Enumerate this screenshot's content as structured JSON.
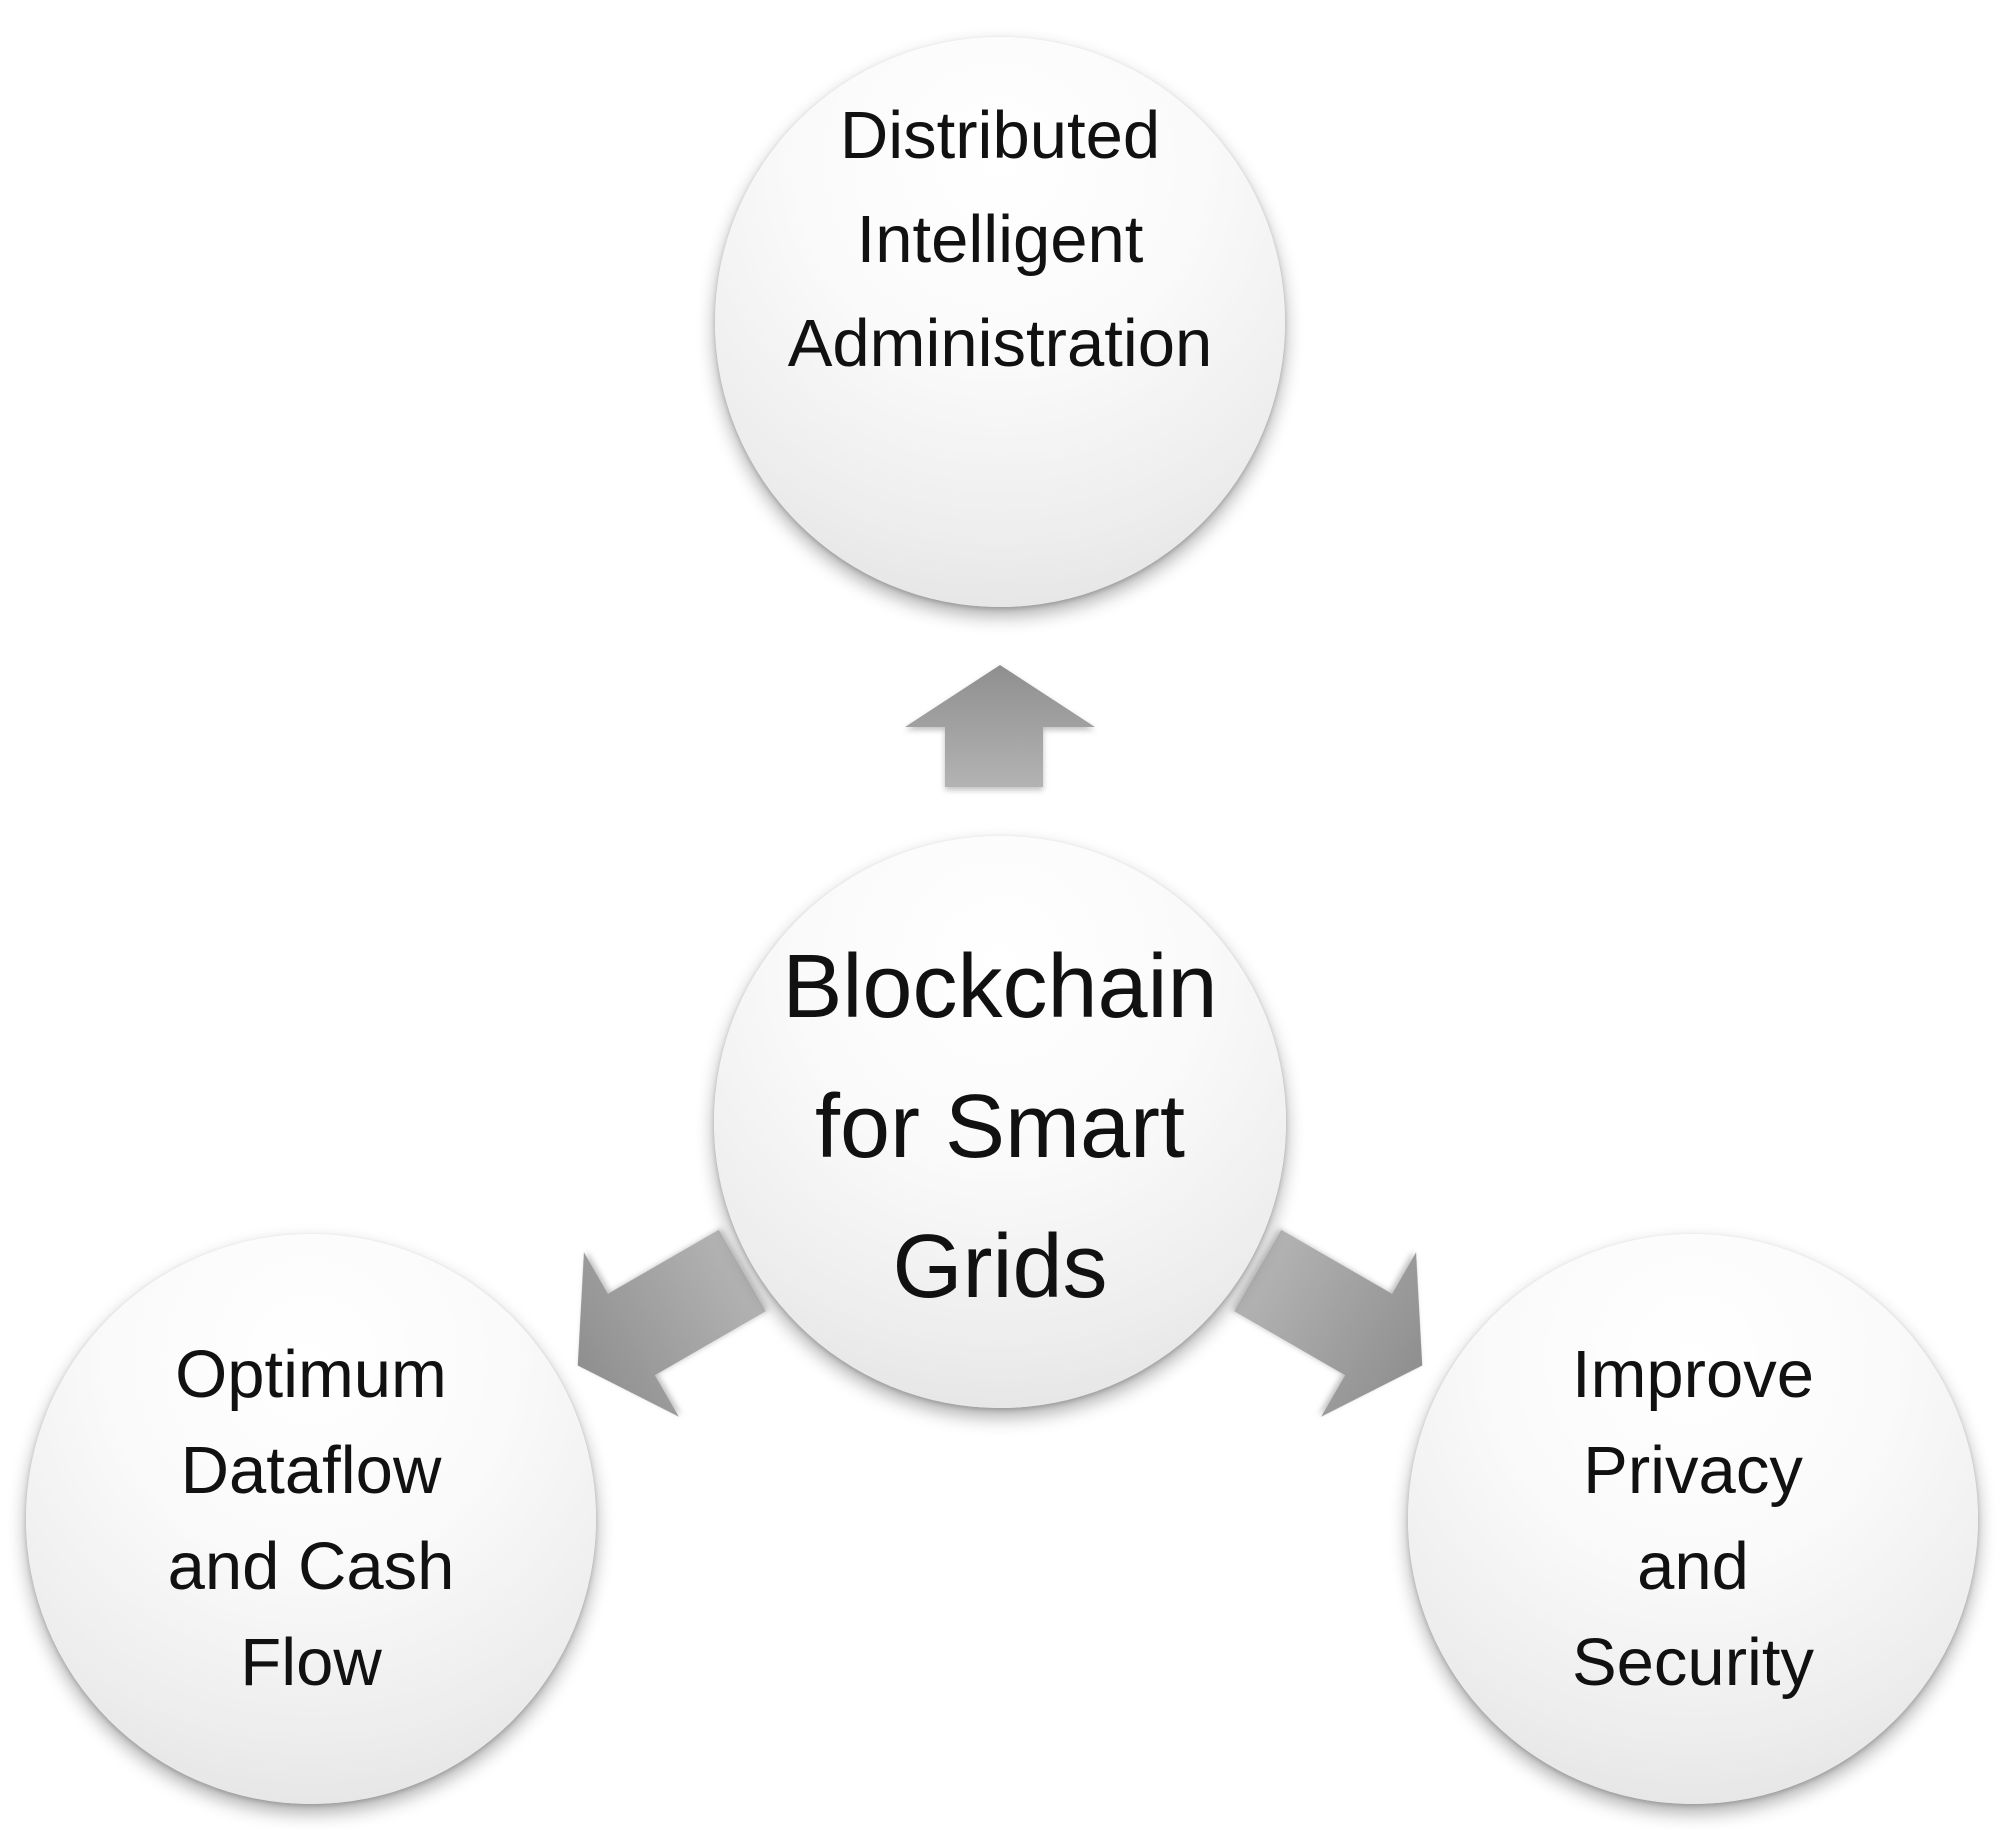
{
  "diagram": {
    "center": {
      "label": "Blockchain\nfor Smart\nGrids"
    },
    "outcomes": [
      {
        "id": "top",
        "label": "Distributed\nIntelligent\nAdministration"
      },
      {
        "id": "left",
        "label": "Optimum\nDataflow\nand Cash\nFlow"
      },
      {
        "id": "right",
        "label": "Improve\nPrivacy\nand\nSecurity"
      }
    ],
    "colors": {
      "node_fill": "#f2f2f2",
      "arrow_fill": "#a6a6a6",
      "text": "#111111"
    },
    "arrow_icon": "block-arrow-icon"
  }
}
